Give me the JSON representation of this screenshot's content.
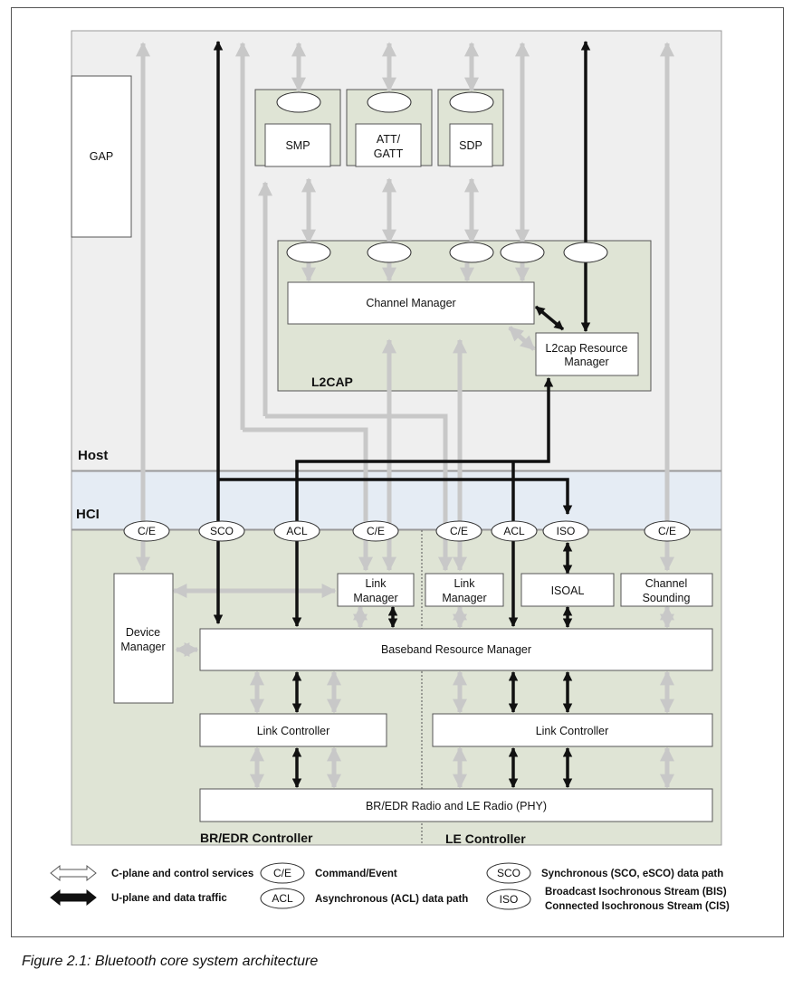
{
  "regions": {
    "host": "Host",
    "hci": "HCI",
    "l2cap": "L2CAP",
    "bredr_controller": "BR/EDR Controller",
    "le_controller": "LE Controller"
  },
  "blocks": {
    "gap": "GAP",
    "smp": "SMP",
    "att_line1": "ATT/",
    "att_line2": "GATT",
    "sdp": "SDP",
    "channel_manager": "Channel Manager",
    "l2cap_rm_line1": "L2cap Resource",
    "l2cap_rm_line2": "Manager",
    "device_manager_line1": "Device",
    "device_manager_line2": "Manager",
    "link_manager_bredr_line1": "Link",
    "link_manager_bredr_line2": "Manager",
    "link_manager_le_line1": "Link",
    "link_manager_le_line2": "Manager",
    "isoal": "ISOAL",
    "channel_sounding_line1": "Channel",
    "channel_sounding_line2": "Sounding",
    "baseband_rm": "Baseband Resource Manager",
    "link_controller_bredr": "Link Controller",
    "link_controller_le": "Link Controller",
    "radio": "BR/EDR Radio and LE Radio (PHY)"
  },
  "hci_points": [
    "C/E",
    "SCO",
    "ACL",
    "C/E",
    "C/E",
    "ACL",
    "ISO",
    "C/E"
  ],
  "legend": {
    "c_plane": "C-plane and control services",
    "u_plane": "U-plane and data traffic",
    "ce_symbol": "C/E",
    "ce_text": "Command/Event",
    "acl_symbol": "ACL",
    "acl_text": "Asynchronous (ACL) data path",
    "sco_symbol": "SCO",
    "sco_text": "Synchronous (SCO, eSCO) data path",
    "iso_symbol": "ISO",
    "iso_text_line1": "Broadcast Isochronous Stream (BIS)",
    "iso_text_line2": "Connected Isochronous Stream (CIS)"
  },
  "caption": "Figure 2.1: Bluetooth core system architecture",
  "colors": {
    "host_bg": "#efefef",
    "hci_bg": "#e5ecf4",
    "controller_bg": "#dfe4d5",
    "gray_arrow": "#c8c8c8",
    "black_arrow": "#111111"
  }
}
